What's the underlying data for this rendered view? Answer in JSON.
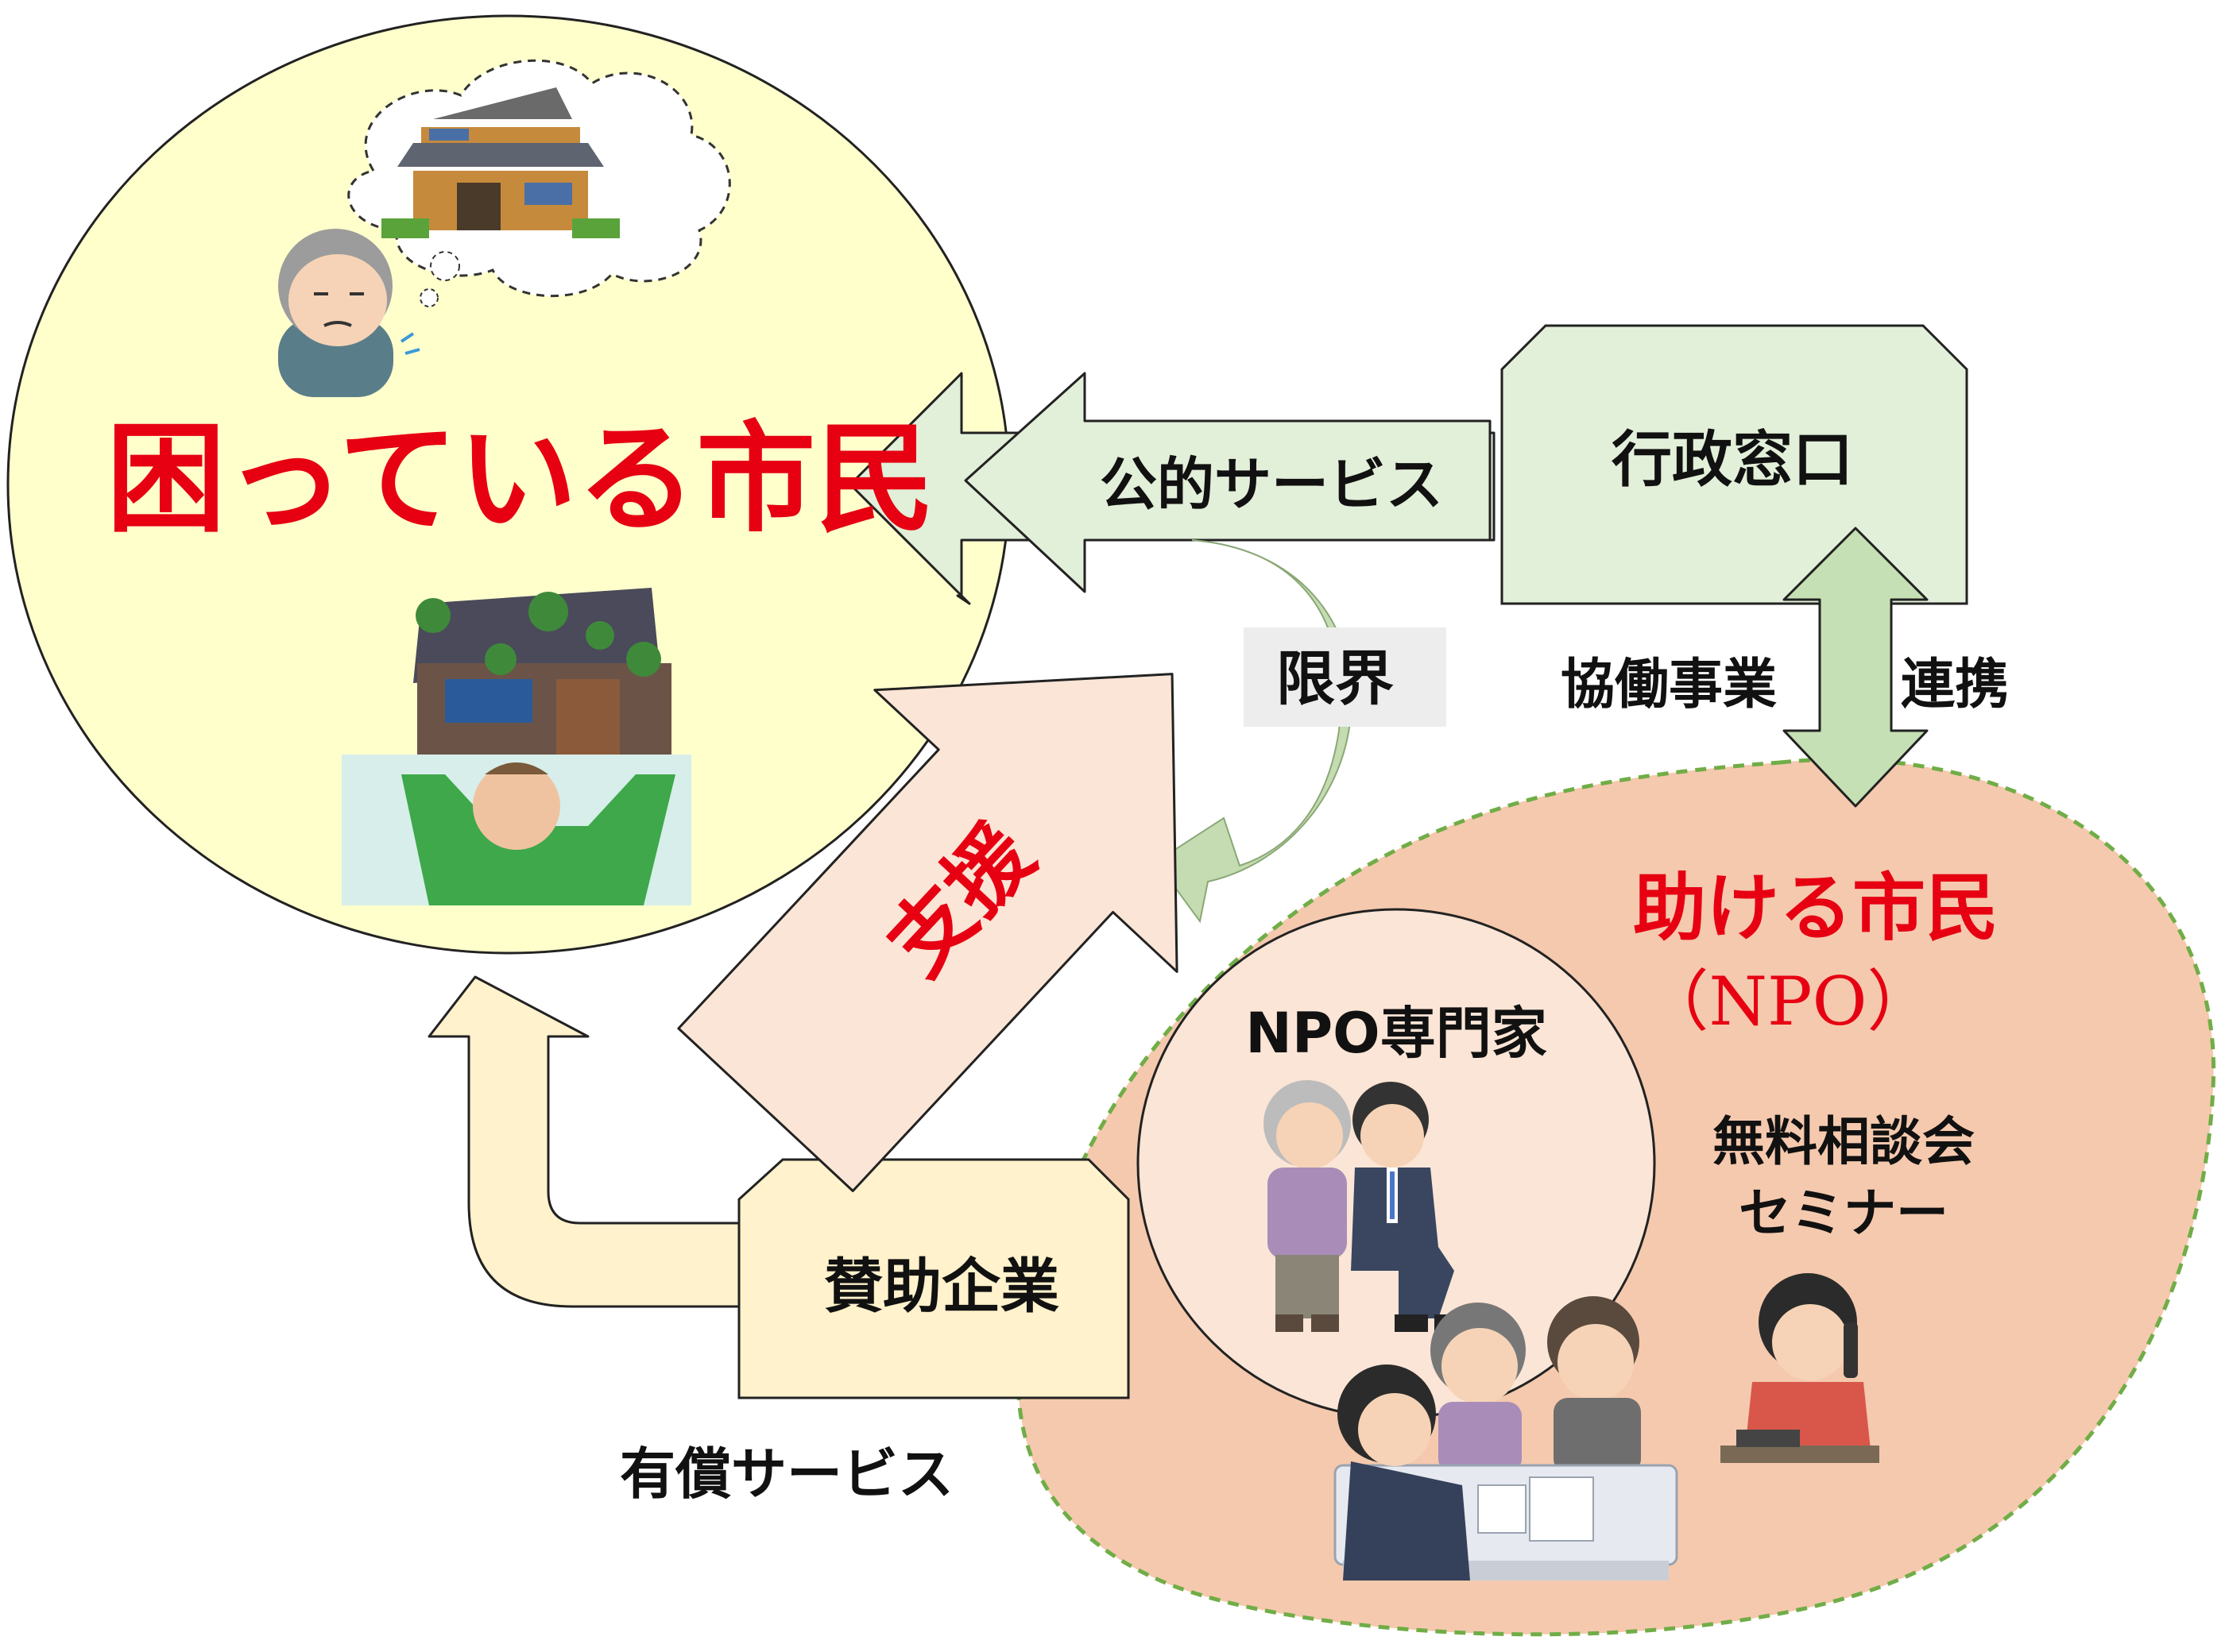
{
  "troubled": {
    "title": "困っている市民"
  },
  "public_service": {
    "label": "公的サービス"
  },
  "gov_window": {
    "label": "行政窓口"
  },
  "limit": {
    "label": "限界"
  },
  "cooperation": {
    "left_label": "協働事業",
    "right_label": "連携"
  },
  "support": {
    "label": "支援"
  },
  "helping": {
    "title": "助ける市民",
    "subtitle": "（NPO）"
  },
  "npo_experts": {
    "label": "NPO専門家"
  },
  "consultation": {
    "line1": "無料相談会",
    "line2": "セミナー"
  },
  "sponsor": {
    "label": "賛助企業"
  },
  "paid_service": {
    "label": "有償サービス"
  },
  "colors": {
    "title_red": "#e60012",
    "left_circle_fill": "#ffffcc",
    "npo_blob_fill": "#f5c9ae",
    "green_shape_fill": "#e2efd9",
    "green_double_arrow": "#c5e0b4",
    "support_arrow_fill": "#fbe5d6",
    "sponsor_fill": "#fff2cc",
    "limit_box_fill": "#ededed"
  }
}
